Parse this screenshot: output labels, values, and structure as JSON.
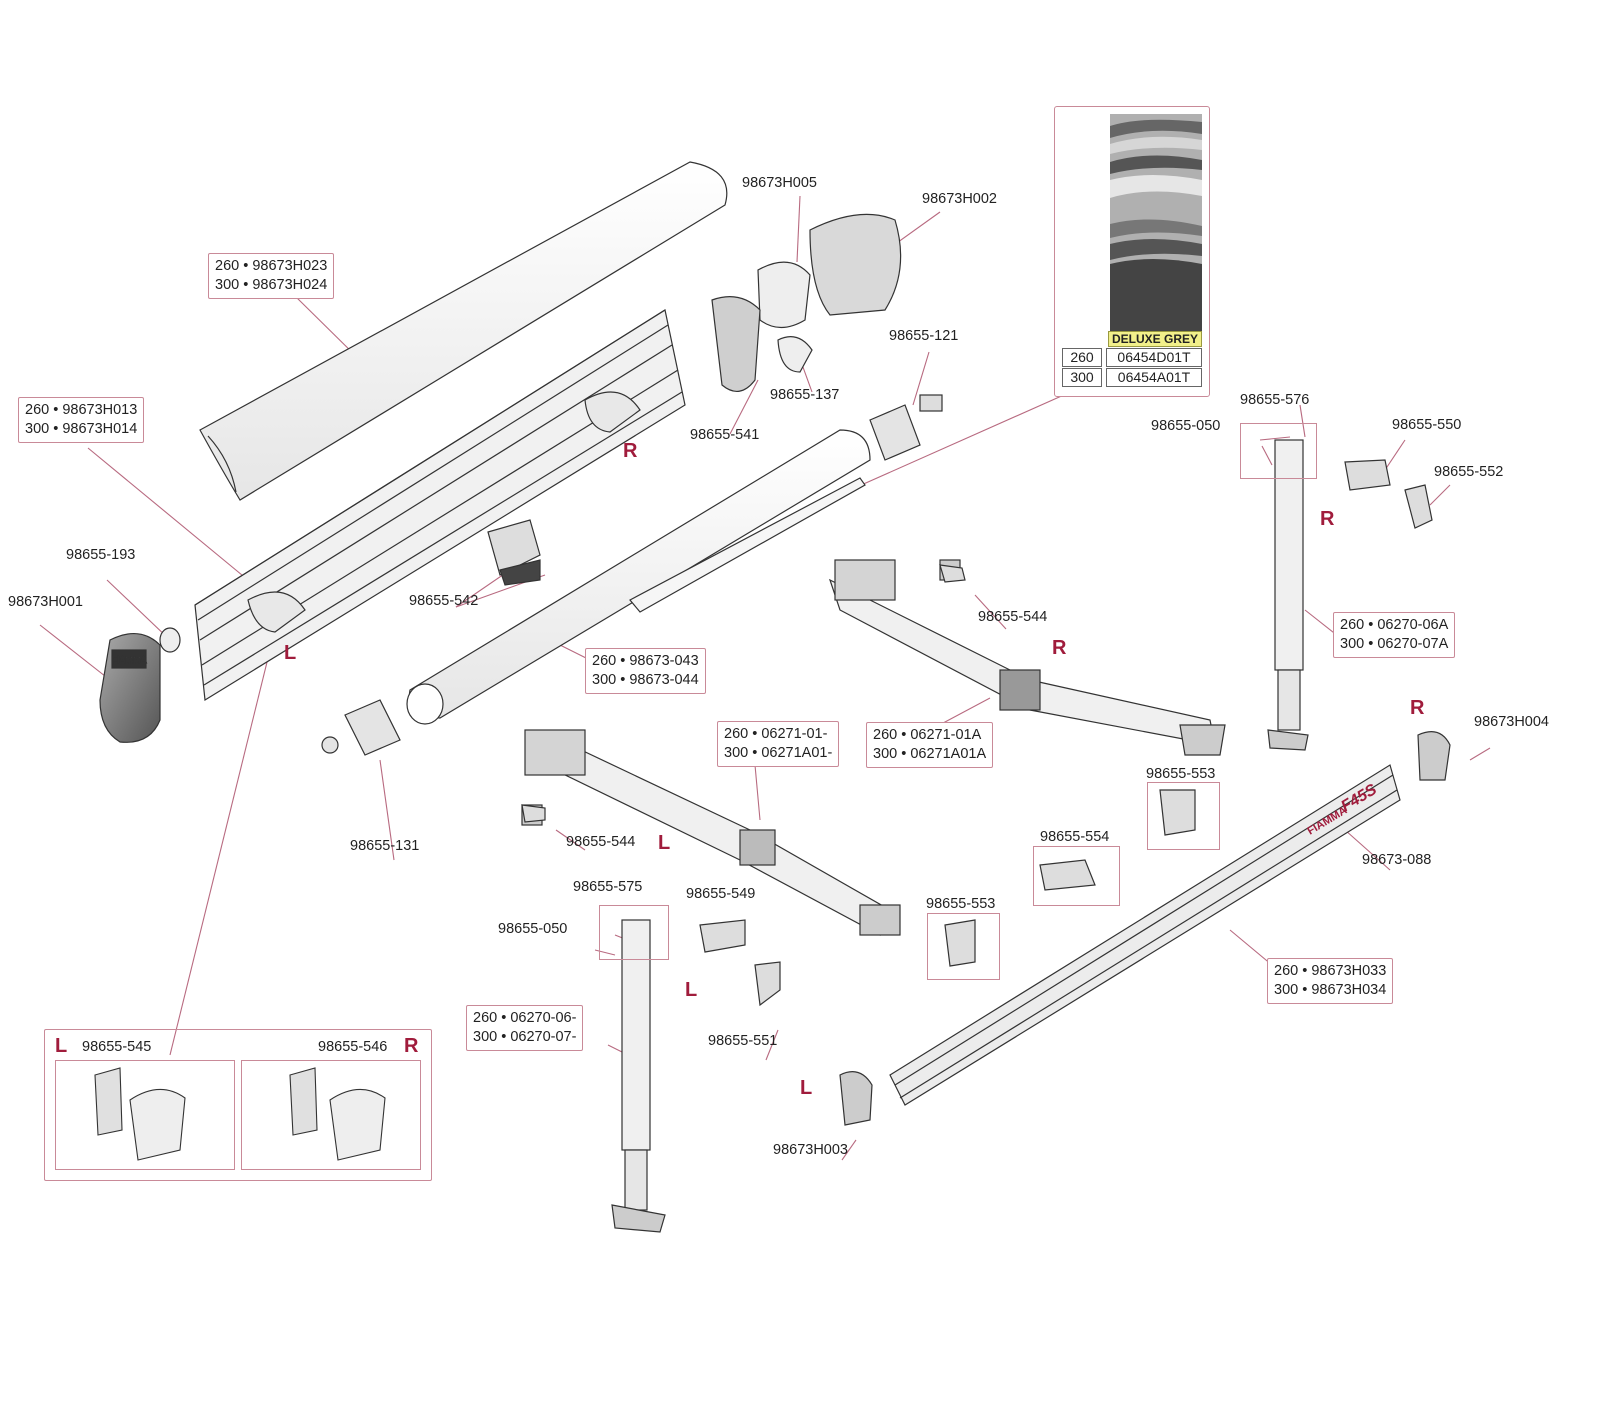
{
  "labels": {
    "h005": "98673H005",
    "h002": "98673H002",
    "p121": "98655-121",
    "p137": "98655-137",
    "p541": "98655-541",
    "p193": "98655-193",
    "h001": "98673H001",
    "p542": "98655-542",
    "p131": "98655-131",
    "p544_right": "98655-544",
    "p544_left": "98655-544",
    "p050_right": "98655-050",
    "p576": "98655-576",
    "p550": "98655-550",
    "p552": "98655-552",
    "h004": "98673H004",
    "p553_right": "98655-553",
    "p554": "98655-554",
    "p553_left": "98655-553",
    "p088": "98673-088",
    "p575": "98655-575",
    "p050_left": "98655-050",
    "p549": "98655-549",
    "p551": "98655-551",
    "h003": "98673H003"
  },
  "boxes": {
    "cover": [
      "260 • 98673H023",
      "300 • 98673H024"
    ],
    "profile": [
      "260 • 98673H013",
      "300 • 98673H014"
    ],
    "roller": [
      "260 • 98673-043",
      "300 • 98673-044"
    ],
    "arm_right": [
      "260 • 06271-01A",
      "300 • 06271A01A"
    ],
    "arm_left": [
      "260 • 06271-01-",
      "300 • 06271A01-"
    ],
    "leg_right": [
      "260 • 06270-06A",
      "300 • 06270-07A"
    ],
    "leg_left": [
      "260 • 06270-06-",
      "300 • 06270-07-"
    ],
    "front_bar": [
      "260 • 98673H033",
      "300 • 98673H034"
    ]
  },
  "fabric": {
    "name": "DELUXE GREY",
    "rows": [
      {
        "size": "260",
        "code": "06454D01T"
      },
      {
        "size": "300",
        "code": "06454A01T"
      }
    ]
  },
  "brackets": {
    "left_label": "98655-545",
    "right_label": "98655-546"
  },
  "sides": {
    "L": "L",
    "R": "R"
  },
  "brand": {
    "logo": "FIAMMA",
    "model": "F45S"
  },
  "colors": {
    "callout_border": "#c98a98",
    "side_letter": "#a01c3c",
    "leader_line": "#b86a80",
    "swatch_label_bg": "#f2f08a"
  }
}
